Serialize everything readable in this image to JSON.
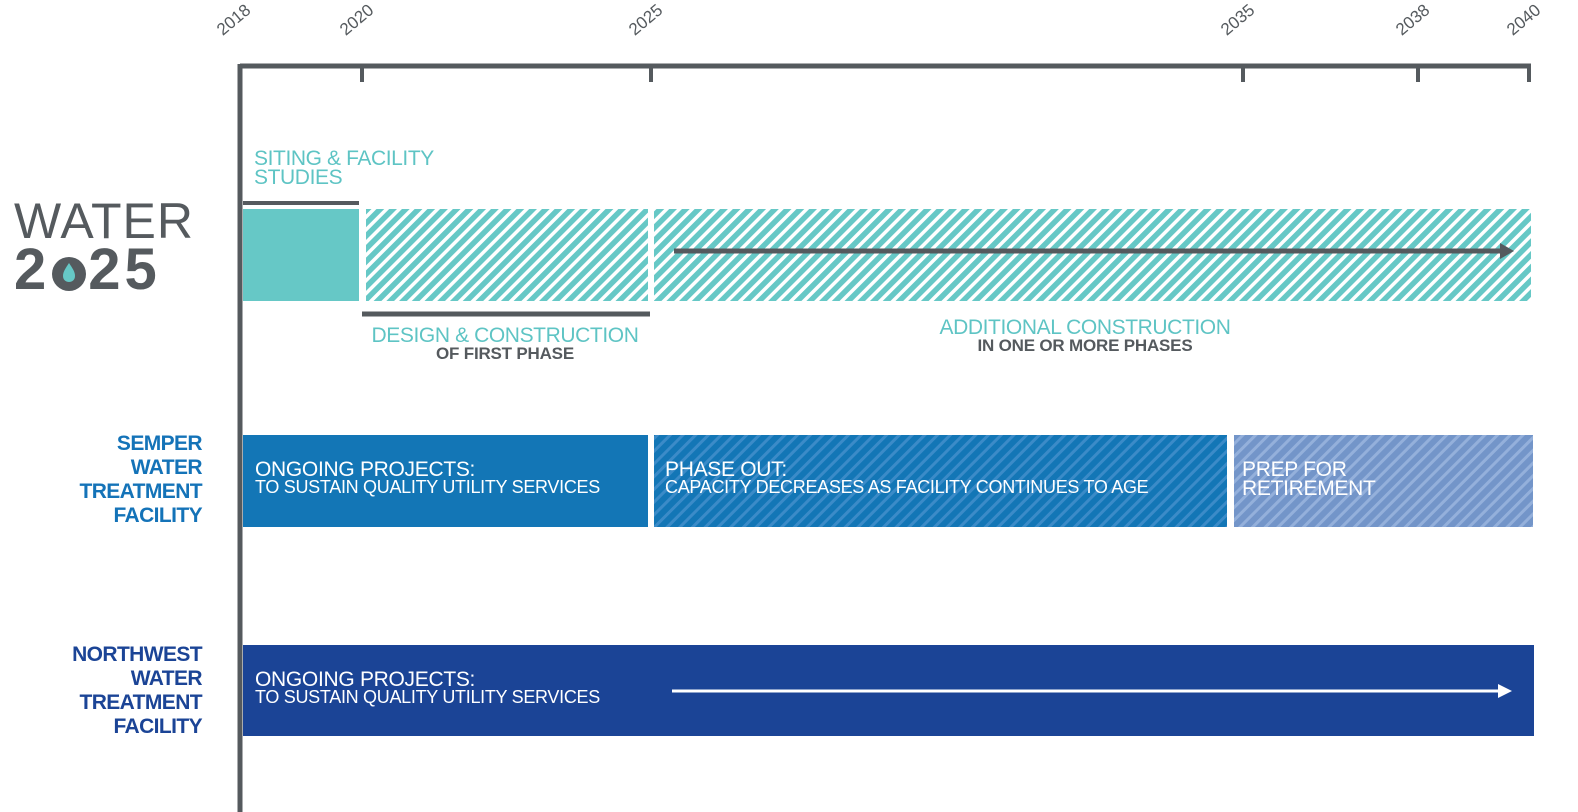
{
  "timeline": {
    "years": [
      "2018",
      "2020",
      "2025",
      "2035",
      "2038",
      "2040"
    ]
  },
  "logo": {
    "word": "WATER",
    "digit1": "2",
    "digits_rest": "25",
    "drop_name": "water-drop-icon"
  },
  "water2025": {
    "siting_line1": "SITING & FACILITY",
    "siting_line2": "STUDIES",
    "design_head": "DESIGN & CONSTRUCTION",
    "design_sub": "OF FIRST PHASE",
    "additional_head": "ADDITIONAL CONSTRUCTION",
    "additional_sub": "IN ONE OR MORE PHASES"
  },
  "semper": {
    "label": [
      "SEMPER",
      "WATER",
      "TREATMENT",
      "FACILITY"
    ],
    "ongoing_title": "ONGOING PROJECTS:",
    "ongoing_sub": "TO SUSTAIN QUALITY UTILITY SERVICES",
    "phaseout_title": "PHASE OUT:",
    "phaseout_sub": "CAPACITY DECREASES AS FACILITY CONTINUES TO AGE",
    "prep_line1": "PREP FOR",
    "prep_line2": "RETIREMENT"
  },
  "northwest": {
    "label": [
      "NORTHWEST",
      "WATER",
      "TREATMENT",
      "FACILITY"
    ],
    "ongoing_title": "ONGOING PROJECTS:",
    "ongoing_sub": "TO SUSTAIN QUALITY UTILITY SERVICES"
  },
  "colors": {
    "teal": "#66c8c6",
    "semper_blue": "#1376b6",
    "semper_light": "#7395c9",
    "northwest_blue": "#1b4496",
    "axis_gray": "#555a5e"
  }
}
